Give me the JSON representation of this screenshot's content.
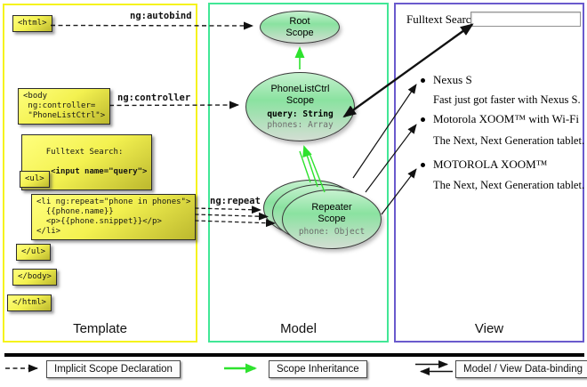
{
  "template_panel": {
    "title": "Template",
    "boxes": {
      "html_open": "<html>",
      "body_open": "<body\n ng:controller=\n \"PhoneListCtrl\">",
      "fulltext_line1": "Fulltext Search:",
      "fulltext_line2": " <input name=\"query\">",
      "ul_open": "<ul>",
      "li_repeat": "<li ng:repeat=\"phone in phones\">\n  {{phone.name}}\n  <p>{{phone.snippet}}</p>\n</li>",
      "ul_close": "</ul>",
      "body_close": "</body>",
      "html_close": "</html>"
    },
    "labels": {
      "autobind": "ng:autobind",
      "controller": "ng:controller",
      "repeat": "ng:repeat"
    }
  },
  "model_panel": {
    "title": "Model",
    "root_scope": {
      "line1": "Root",
      "line2": "Scope"
    },
    "phonelist_scope": {
      "line1": "PhoneListCtrl",
      "line2": "Scope",
      "prop1": "query: String",
      "prop2": "phones: Array"
    },
    "repeater_scope": {
      "line1": "Repeater",
      "line2": "Scope",
      "prop1": "phone: Object"
    }
  },
  "view_panel": {
    "title": "View",
    "search_label": "Fulltext Search:",
    "search_value": "",
    "items": [
      {
        "title": "Nexus S",
        "desc": "Fast just got faster with Nexus S."
      },
      {
        "title": "Motorola XOOM™ with Wi-Fi",
        "desc": "The Next, Next Generation tablet."
      },
      {
        "title": "MOTOROLA XOOM™",
        "desc": "The Next, Next Generation tablet."
      }
    ]
  },
  "legend": {
    "implicit": "Implicit Scope Declaration",
    "inheritance": "Scope Inheritance",
    "binding": "Model / View Data-binding"
  },
  "colors": {
    "template_border": "#f5f31c",
    "model_border": "#41e796",
    "view_border": "#6a5acd",
    "inheritance_green": "#2ee22e",
    "box_yellow": "#f3f150",
    "scope_green": "#8ae2a0"
  }
}
